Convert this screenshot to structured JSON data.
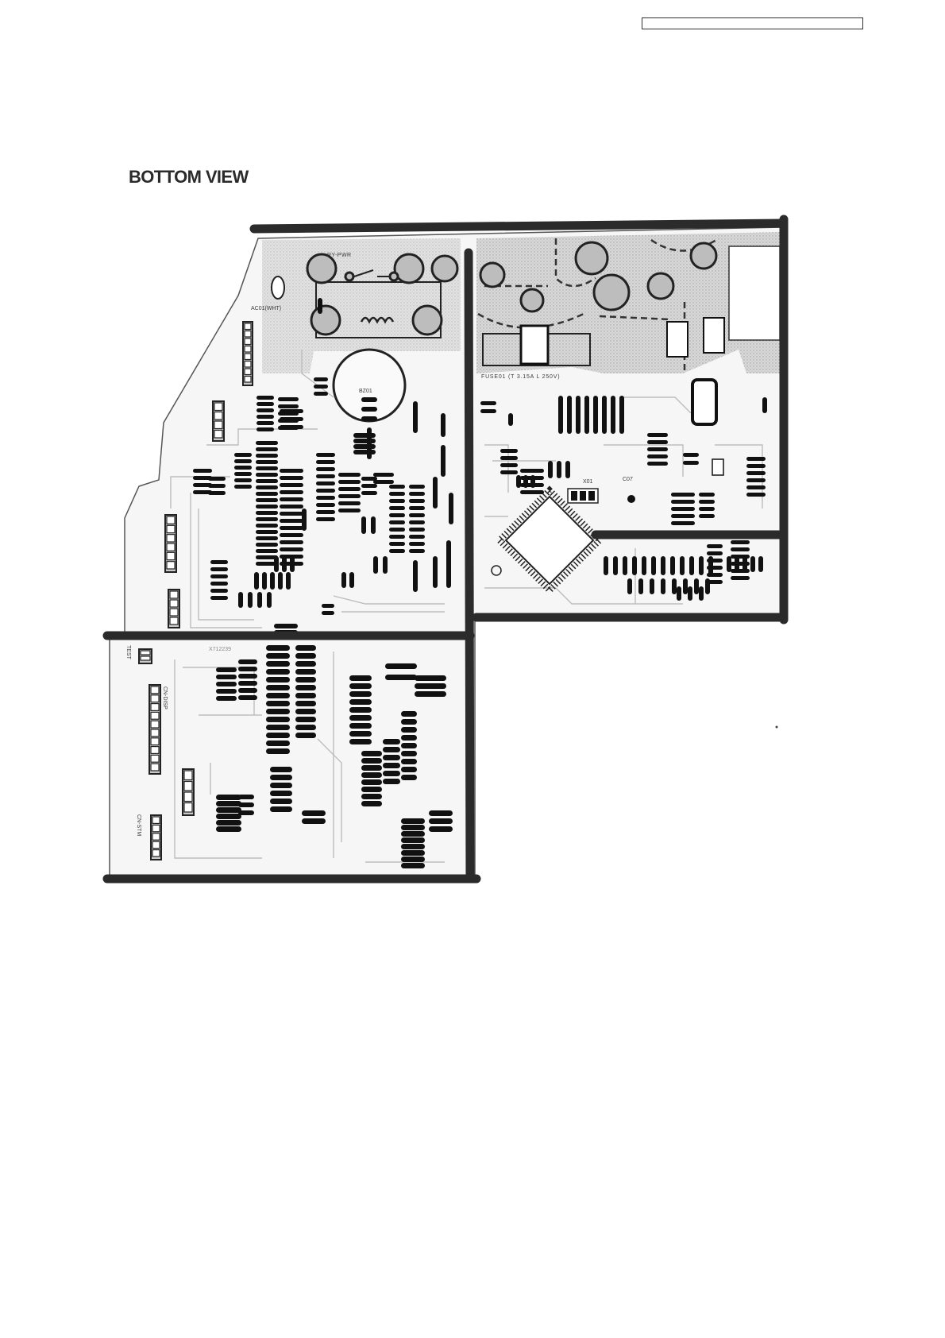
{
  "heading": "BOTTOM VIEW",
  "board": {
    "labels": {
      "relay": "RY-PWR",
      "ac_connector": "AC01(WHT)",
      "buzzer": "BZ01",
      "fuse": "FUSE01 (T 3.15A L 250V)",
      "crystal": "X01",
      "capacitor": "C07",
      "board_number": "X712239",
      "test_connector": "TEST",
      "display_connector": "CN-DISP",
      "motor_connector": "CN-STM"
    }
  },
  "colors": {
    "board_border": "#2b2b2b",
    "component": "#111111",
    "trace": "#bdbdbd",
    "shaded_area": "#d9d9d9"
  }
}
